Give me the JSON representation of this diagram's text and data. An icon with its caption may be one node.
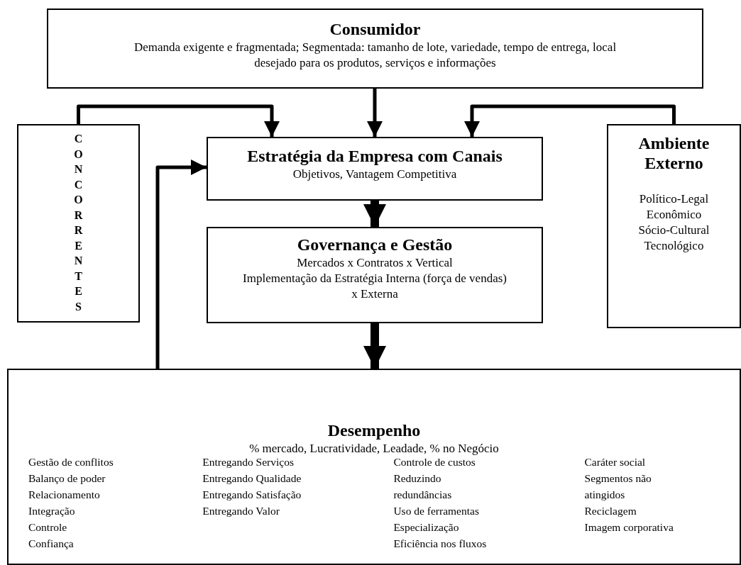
{
  "diagram": {
    "nodes": [
      {
        "text": [
          "Consumidor",
          "Demanda exigente e fragmentada; Segmentada: tamanho de lote, variedade, tempo de entrega, local desejado para os produtos, serviços e informações"
        ]
      },
      {
        "text": [
          "CONCORRENTES"
        ]
      },
      {
        "text": [
          "Estratégia da Empresa com Canais",
          "Objetivos, Vantagem Competitiva"
        ]
      },
      {
        "text": [
          "Ambiente Externo",
          "Político-Legal",
          "Econômico",
          "Sócio-Cultural",
          "Tecnológico"
        ]
      },
      {
        "text": [
          "Governança e Gestão",
          "Mercados x Contratos x Vertical",
          "Implementação da Estratégia Interna (força de vendas) x Externa"
        ]
      },
      {
        "text": [
          "Desempenho",
          "% mercado, Lucratividade, Leadade, % no Negócio",
          "Gestão de conflitos",
          "Balanço de poder",
          "Relacionamento",
          "Integração",
          "Controle",
          "Confiança",
          "Entregando Serviços",
          "Entregando Qualidade",
          "Entregando Satisfação",
          "Entregando Valor",
          "Controle de custos",
          "Reduzindo redundâncias",
          "Uso de ferramentas",
          "Especialização",
          "Eficiência nos fluxos",
          "Caráter social",
          "Segmentos não atingidos",
          "Reciclagem",
          "Imagem corporativa"
        ]
      }
    ],
    "edges": [
      {
        "from": 0,
        "to": 2,
        "arrow": "to"
      },
      {
        "from": 1,
        "to": 2,
        "arrow": "to"
      },
      {
        "from": 3,
        "to": 2,
        "arrow": "to"
      },
      {
        "from": 2,
        "to": 4,
        "arrow": "to",
        "style": "thick"
      },
      {
        "from": 4,
        "to": 5,
        "arrow": "to",
        "style": "thick"
      },
      {
        "from": 5,
        "to": 2,
        "arrow": "to"
      }
    ]
  }
}
